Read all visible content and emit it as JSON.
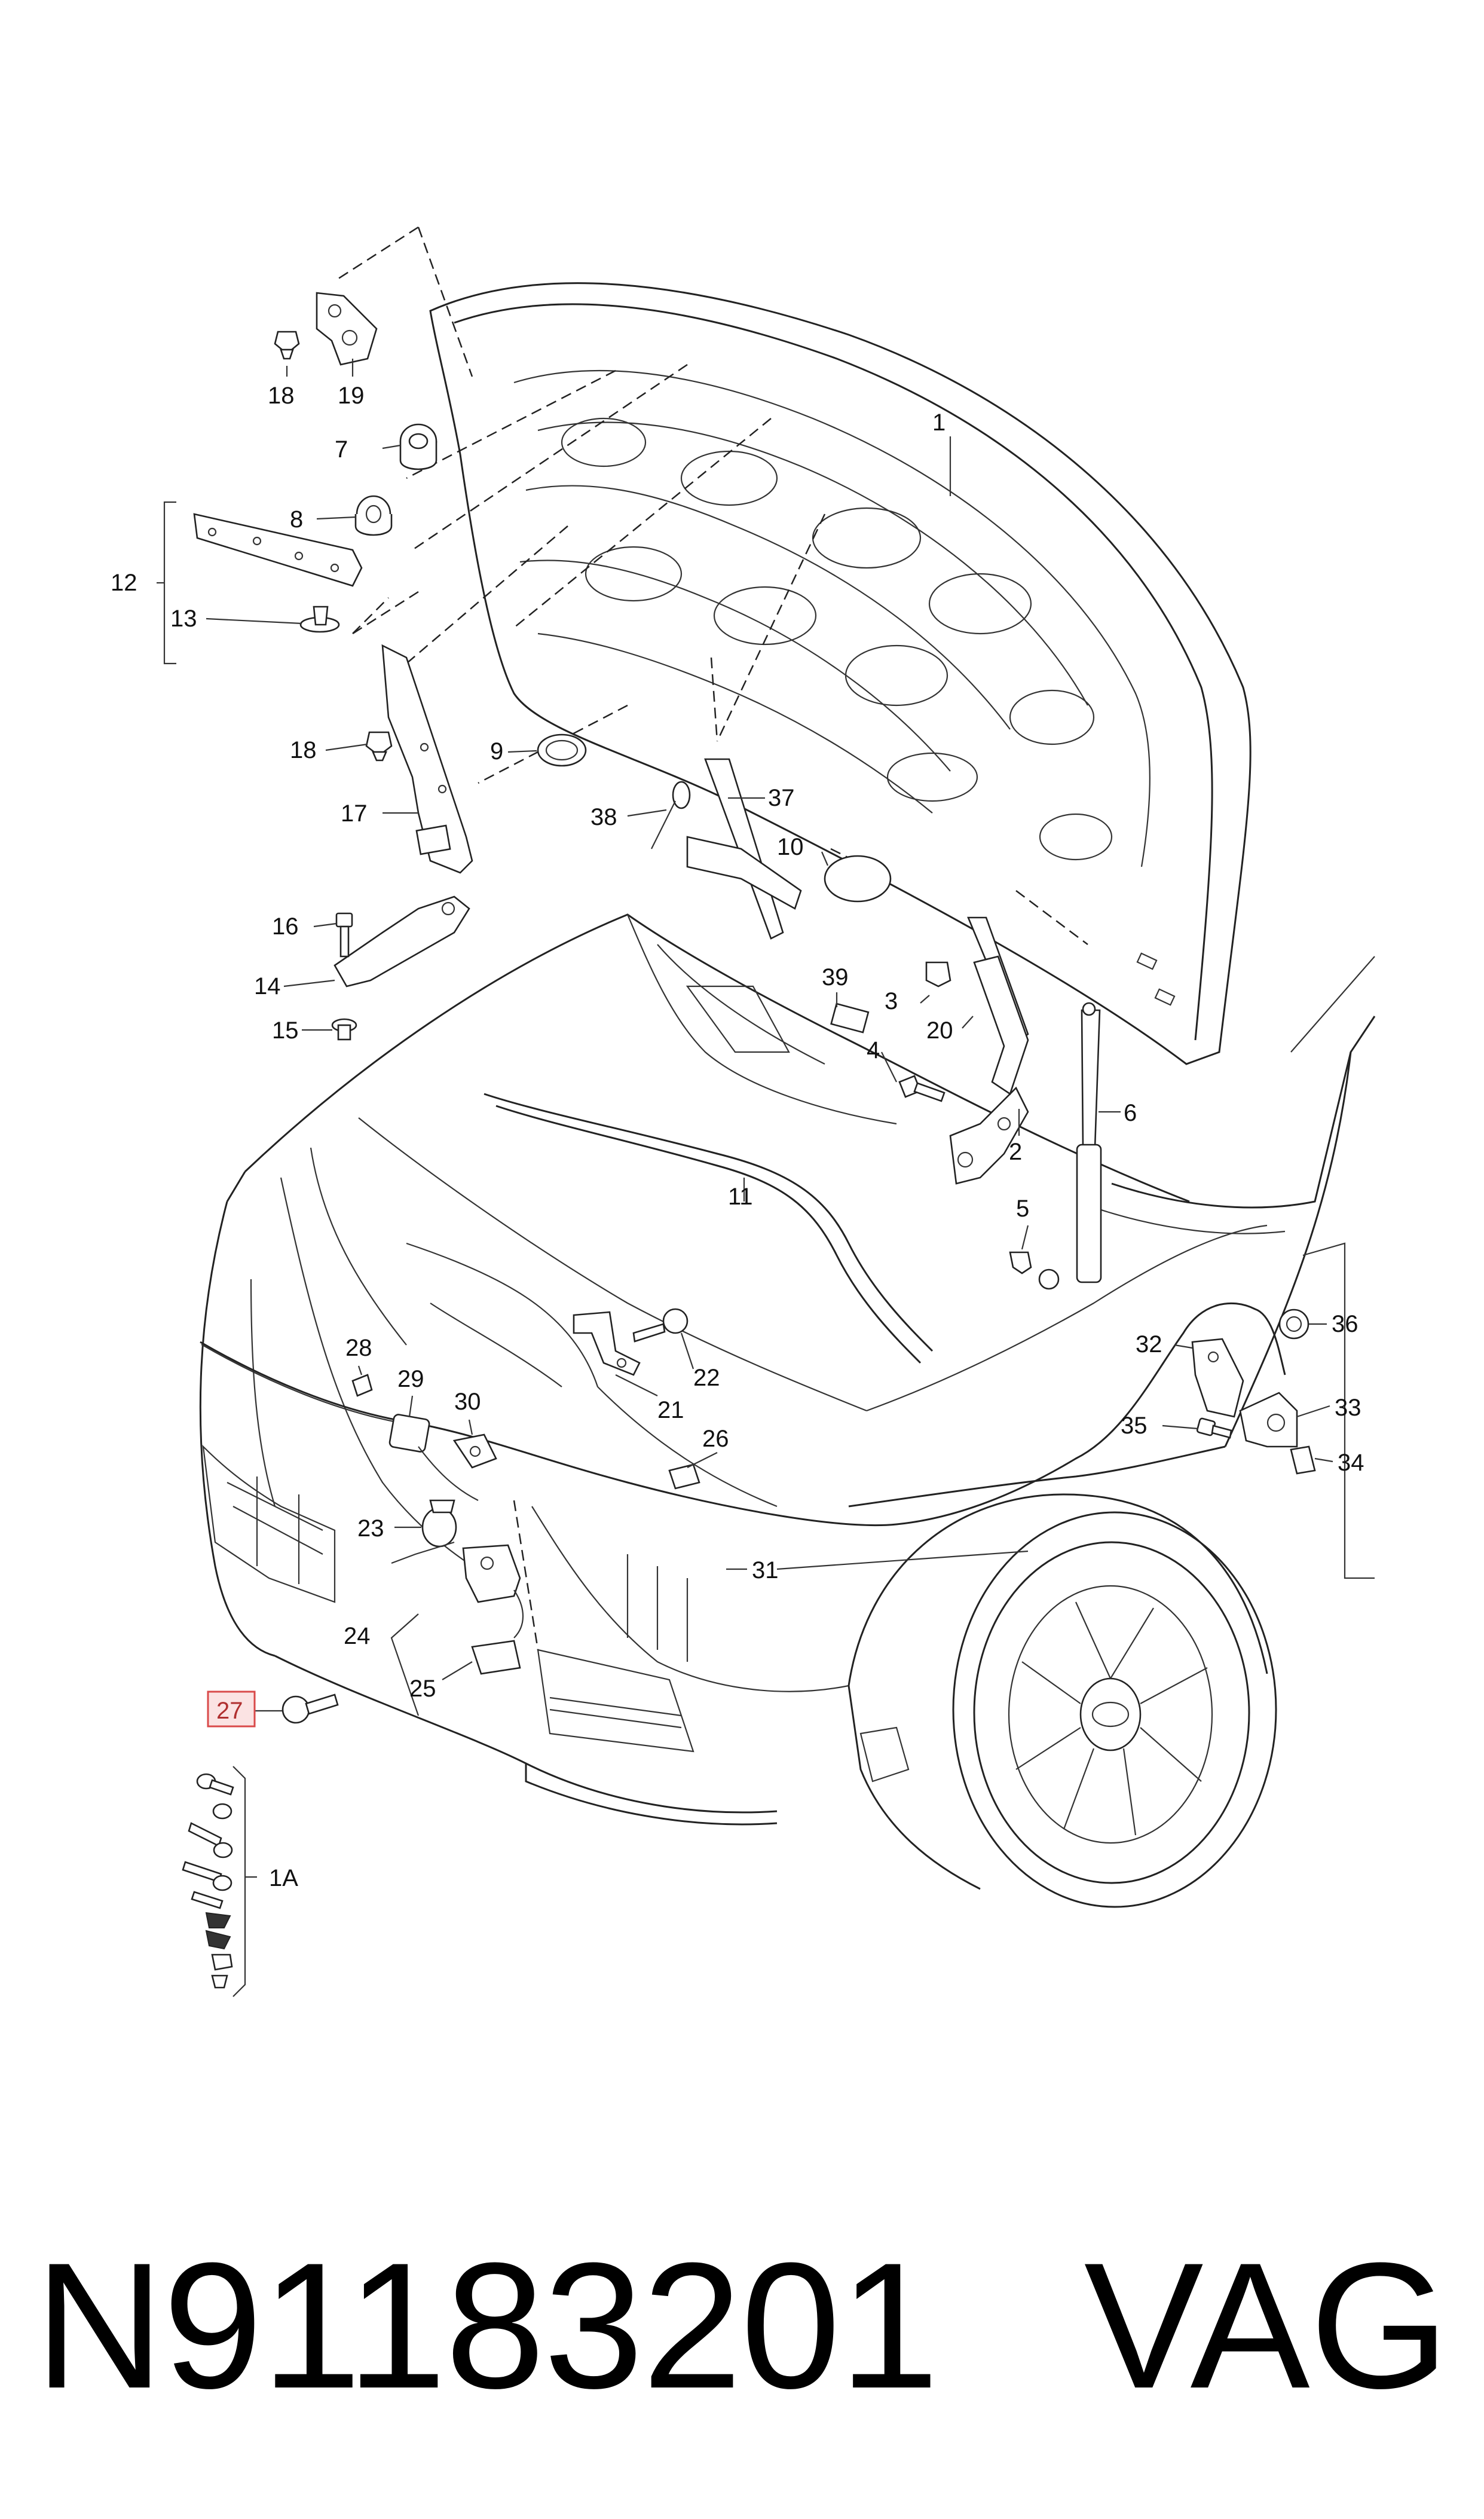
{
  "diagram": {
    "callouts": [
      {
        "id": "c1",
        "label": "1"
      },
      {
        "id": "c1a",
        "label": "1A"
      },
      {
        "id": "c2",
        "label": "2"
      },
      {
        "id": "c3",
        "label": "3"
      },
      {
        "id": "c4",
        "label": "4"
      },
      {
        "id": "c5",
        "label": "5"
      },
      {
        "id": "c6",
        "label": "6"
      },
      {
        "id": "c7",
        "label": "7"
      },
      {
        "id": "c8",
        "label": "8"
      },
      {
        "id": "c9",
        "label": "9"
      },
      {
        "id": "c10",
        "label": "10"
      },
      {
        "id": "c11",
        "label": "11"
      },
      {
        "id": "c12",
        "label": "12"
      },
      {
        "id": "c13",
        "label": "13"
      },
      {
        "id": "c14",
        "label": "14"
      },
      {
        "id": "c15",
        "label": "15"
      },
      {
        "id": "c16",
        "label": "16"
      },
      {
        "id": "c17",
        "label": "17"
      },
      {
        "id": "c18a",
        "label": "18"
      },
      {
        "id": "c18b",
        "label": "18"
      },
      {
        "id": "c19",
        "label": "19"
      },
      {
        "id": "c20",
        "label": "20"
      },
      {
        "id": "c21",
        "label": "21"
      },
      {
        "id": "c22",
        "label": "22"
      },
      {
        "id": "c23",
        "label": "23"
      },
      {
        "id": "c24",
        "label": "24"
      },
      {
        "id": "c25",
        "label": "25"
      },
      {
        "id": "c26",
        "label": "26"
      },
      {
        "id": "c27",
        "label": "27",
        "highlighted": true
      },
      {
        "id": "c28",
        "label": "28"
      },
      {
        "id": "c29",
        "label": "29"
      },
      {
        "id": "c30",
        "label": "30"
      },
      {
        "id": "c31",
        "label": "31"
      },
      {
        "id": "c32",
        "label": "32"
      },
      {
        "id": "c33",
        "label": "33"
      },
      {
        "id": "c34",
        "label": "34"
      },
      {
        "id": "c35",
        "label": "35"
      },
      {
        "id": "c36",
        "label": "36"
      },
      {
        "id": "c37",
        "label": "37"
      },
      {
        "id": "c38",
        "label": "38"
      },
      {
        "id": "c39",
        "label": "39"
      }
    ],
    "highlight_color": "#d94a4a",
    "highlight_fill": "#fbe3e3"
  },
  "footer": {
    "part_number": "N91183201",
    "brand": "VAG"
  }
}
